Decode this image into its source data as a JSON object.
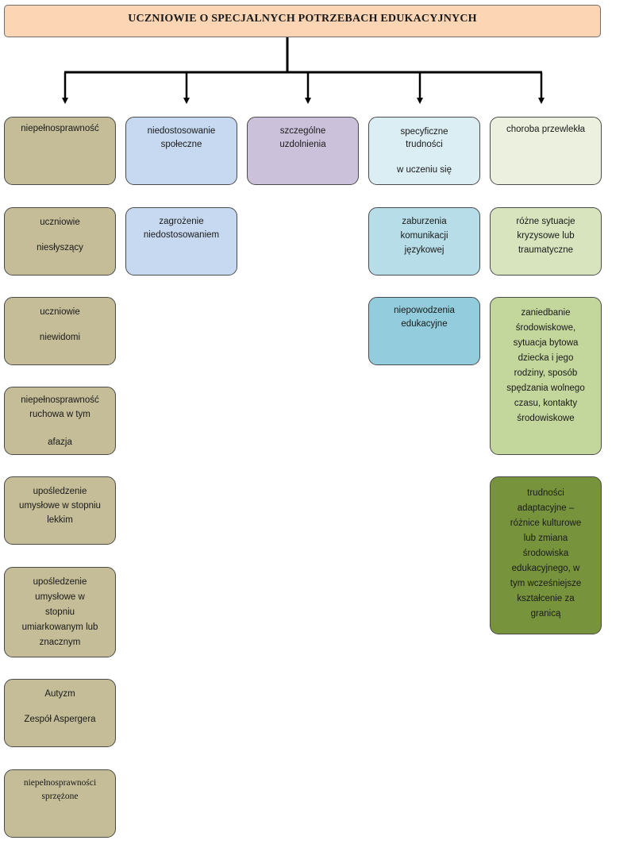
{
  "title": "UCZNIOWIE O SPECJALNYCH POTRZEBACH EDUKACYJNYCH",
  "colors": {
    "title_fill": "#fcd5b4",
    "tan": "#c4bd97",
    "blue": "#c6d9f1",
    "purple": "#ccc1da",
    "cyan_light": "#dbeef4",
    "cyan_mid": "#b7dde8",
    "cyan_dark": "#93cddd",
    "green_pale": "#ebf1de",
    "green_light": "#d7e4bd",
    "green_mid": "#c3d69b",
    "green_dark": "#77933c",
    "connector": "#000000"
  },
  "columns": [
    {
      "items": [
        "niepełnosprawność",
        "uczniowie\n\nniesłyszący",
        "uczniowie\n\nniewidomi",
        "niepełnosprawność\nruchowa w tym\n\nafazja",
        "upośledzenie\numysłowe w stopniu\nlekkim",
        "upośledzenie\numysłowe w\nstopniu\numiarkowanym lub\nznacznym",
        "Autyzm\n\nZespół Aspergera",
        "niepełnosprawności\nsprzężone"
      ]
    },
    {
      "items": [
        "niedostosowanie\nspołeczne",
        "zagrożenie\nniedostosowaniem"
      ]
    },
    {
      "items": [
        "szczególne\nuzdolnienia"
      ]
    },
    {
      "items": [
        "specyficzne\ntrudności\n\nw uczeniu się",
        "zaburzenia\nkomunikacji\njęzykowej",
        "niepowodzenia\nedukacyjne"
      ]
    },
    {
      "items": [
        "choroba przewlekła",
        "różne sytuacje\nkryzysowe lub\ntraumatyczne",
        "zaniedbanie\nśrodowiskowe,\nsytuacja bytowa\ndziecka i jego\nrodziny, sposób\nspędzania wolnego\nczasu, kontakty\nśrodowiskowe",
        "trudności\nadaptacyjne –\nróżnice kulturowe\nlub zmiana\nśrodowiska\nedukacyjnego, w\ntym wcześniejsze\nkształcenie za\ngranicą"
      ]
    }
  ]
}
